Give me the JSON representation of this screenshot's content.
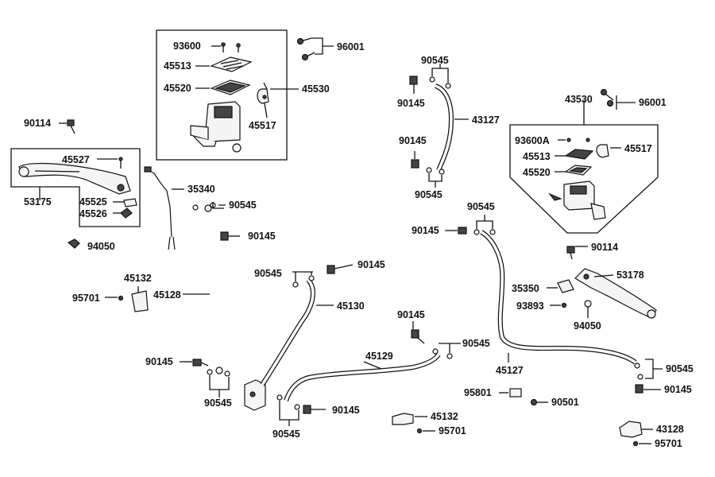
{
  "labels": {
    "p93600": "93600",
    "p45513a": "45513",
    "p45520a": "45520",
    "p45517a": "45517",
    "p45530": "45530",
    "p96001a": "96001",
    "p90114a": "90114",
    "p45527": "45527",
    "p53175": "53175",
    "p45525": "45525",
    "p45526": "45526",
    "p94050a": "94050",
    "p35340": "35340",
    "p90545a": "90545",
    "p90145a": "90145",
    "p45132a": "45132",
    "p95701a": "95701",
    "p45128": "45128",
    "p90145b": "90145",
    "p90545b": "90545",
    "p90545c": "90545",
    "p90145c": "90145",
    "p45130": "45130",
    "p90545d": "90545",
    "p90145d": "90145",
    "p90545e": "90545",
    "p90145e": "90145",
    "p43127": "43127",
    "p90145f": "90145",
    "p90545f": "90545",
    "p43530": "43530",
    "p96001b": "96001",
    "p93600A": "93600A",
    "p45513b": "45513",
    "p45517b": "45517",
    "p45520b": "45520",
    "p90545g": "90545",
    "p90145g": "90145",
    "p90114b": "90114",
    "p53178": "53178",
    "p35350": "35350",
    "p93893": "93893",
    "p94050b": "94050",
    "p90145h": "90145",
    "p90545h": "90545",
    "p45129": "45129",
    "p45127": "45127",
    "p95801": "95801",
    "p90501": "90501",
    "p45132b": "45132",
    "p95701b": "95701",
    "p90545i": "90545",
    "p90145i": "90145",
    "p43128": "43128",
    "p95701c": "95701"
  }
}
